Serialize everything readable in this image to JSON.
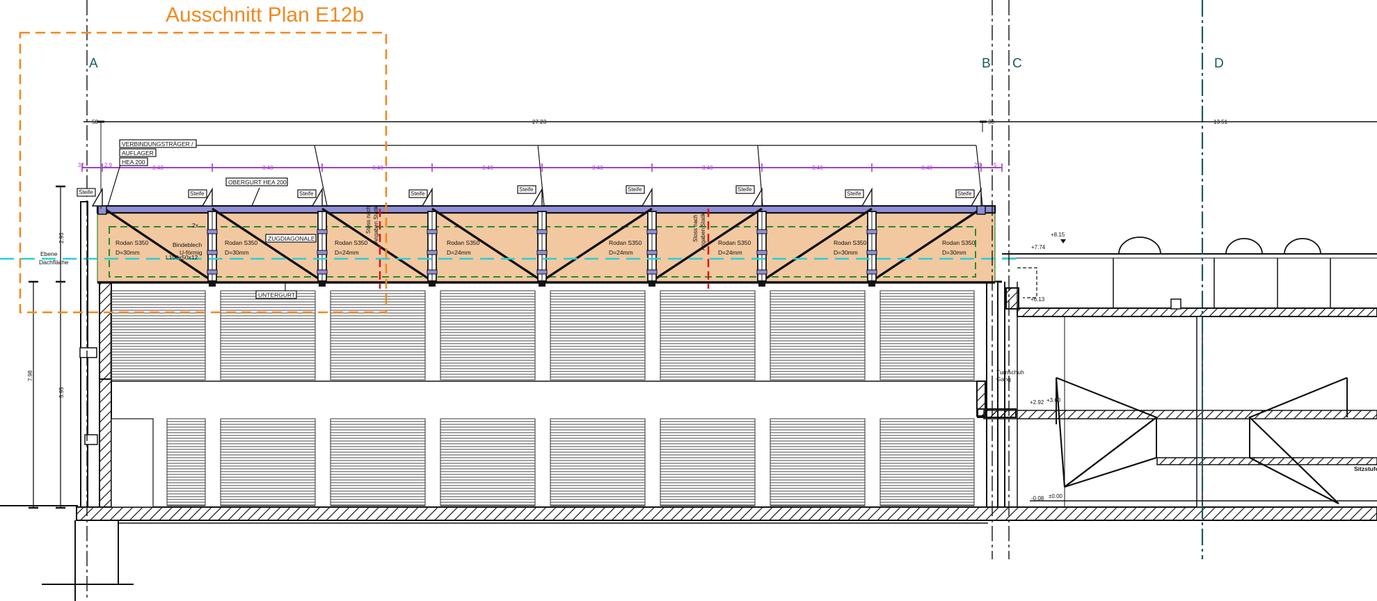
{
  "title": "Ausschnitt Plan E12b",
  "axes": {
    "a": "A",
    "b": "B",
    "c": "C",
    "d": "D"
  },
  "dimensions": {
    "top_left": "58",
    "top_main": "27.23",
    "top_bc": "30",
    "top_right": "13.51",
    "purple_left": "32",
    "purple_left2": "2.9",
    "purple_bay": "3.43",
    "purple_right": "2.9",
    "purple_right2": "5",
    "vert_1": "2.93",
    "vert_2": "7.98",
    "vert_3": "5.95"
  },
  "labels": {
    "verbindung_1": "VERBINDUNGSTRÄGER /",
    "verbindung_2": "AUFLAGER",
    "verbindung_3": "HEA 200",
    "obergurt": "OBERGURT HEA 200",
    "zugdiagonale": "ZUGDIAGONALE",
    "untergurt": "UNTERGURT",
    "steife": "Steife",
    "profil_1": "2x",
    "profil_2": "L100x50x12",
    "bindeblech_1": "Bindeblech",
    "bindeblech_2": "U-förmig",
    "stoss_1a": "Stoss nach",
    "stoss_1b": "Angaben Statik",
    "stoss_2a": "Stoss nach",
    "stoss_2b": "Angaben Statik",
    "ebene_1": "Ebene",
    "ebene_2": "Dachfläche",
    "turnschuh_1": "Turnschuh",
    "turnschuh_2": "Gang",
    "sitzstufen": "Sitzstufen"
  },
  "rods": [
    {
      "line1": "Rodan S350",
      "line2": "D=30mm"
    },
    {
      "line1": "Rodan S350",
      "line2": "D=30mm"
    },
    {
      "line1": "Rodan S350",
      "line2": "D=24mm"
    },
    {
      "line1": "Rodan S350",
      "line2": "D=24mm"
    },
    {
      "line1": "Rodan S350",
      "line2": "D=24mm"
    },
    {
      "line1": "Rodan S350",
      "line2": "D=24mm"
    },
    {
      "line1": "Rodan S350",
      "line2": "D=30mm"
    },
    {
      "line1": "Rodan S350",
      "line2": "D=30mm"
    }
  ],
  "levels": {
    "l1": "+8.15",
    "l2": "+7.74",
    "l3": "+6.13",
    "l4": "+2.92",
    "l5": "+3.60",
    "l6": "-0.08",
    "l7": "±0.00"
  },
  "colors": {
    "orange": "#f0891f",
    "truss_fill": "#f2c8a0",
    "purple": "#a040c8",
    "green": "#2a8a2a",
    "cyan": "#27d0d8",
    "red": "#e01010",
    "axis_teal": "#1a5a5a"
  }
}
